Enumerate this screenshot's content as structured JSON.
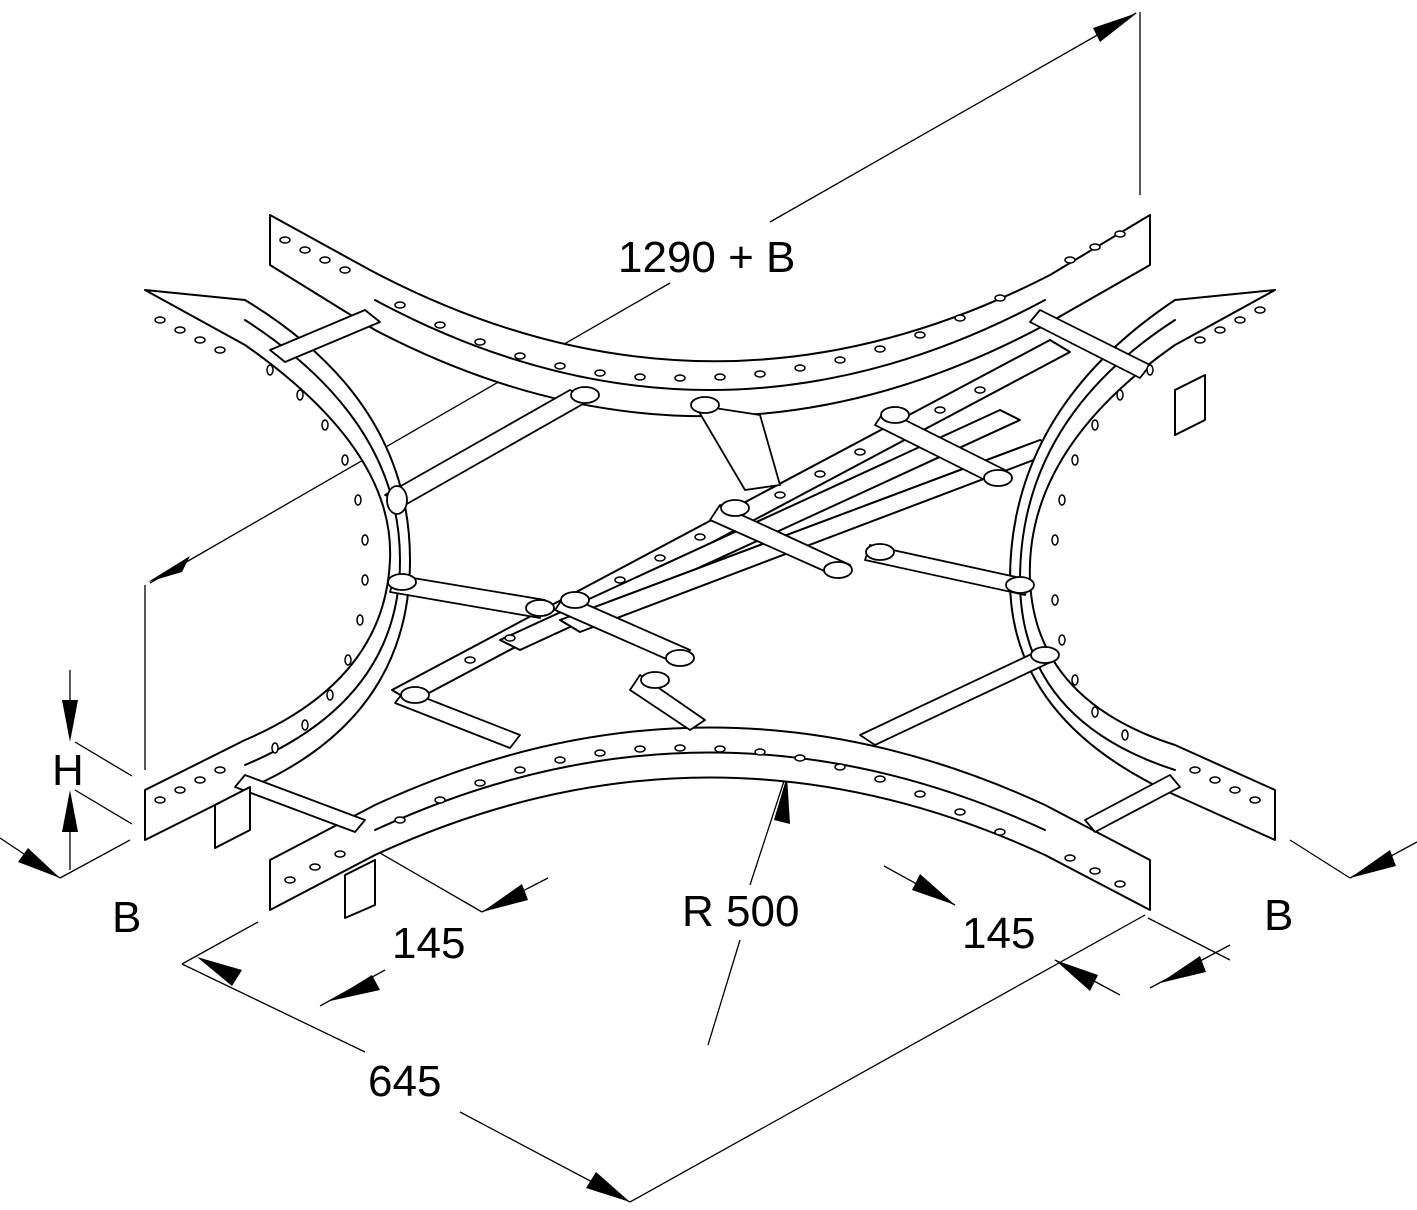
{
  "dimensions": {
    "overall_length": "1290 + B",
    "height": "H",
    "width_left": "B",
    "width_right": "B",
    "straight_left": "145",
    "straight_right": "145",
    "radius": "R 500",
    "arm_length": "645"
  }
}
